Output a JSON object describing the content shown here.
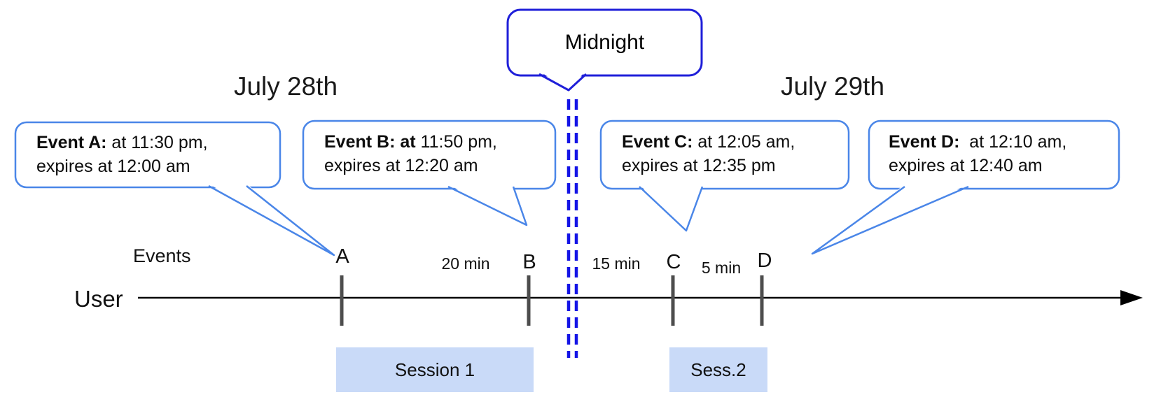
{
  "dates": {
    "left": "July 28th",
    "right": "July 29th"
  },
  "midnight": {
    "label": "Midnight"
  },
  "event_bubbles": [
    {
      "bold": "Event A:",
      "line1_rest": " at 11:30 pm,",
      "line2": "expires at 12:00 am"
    },
    {
      "bold": "Event B: at",
      "line1_rest": " 11:50 pm,",
      "line2": "expires at 12:20 am"
    },
    {
      "bold": "Event C:",
      "line1_rest": " at 12:05 am,",
      "line2": "expires at 12:35 pm"
    },
    {
      "bold": "Event D:",
      "line1_rest": "  at 12:10 am,",
      "line2": "expires at 12:40 am"
    }
  ],
  "timeline": {
    "events_axis_label": "Events",
    "user_axis_label": "User",
    "tick_labels": [
      "A",
      "B",
      "C",
      "D"
    ],
    "gap_labels": [
      "20 min",
      "15 min",
      "5 min"
    ]
  },
  "sessions": [
    {
      "label": "Session 1"
    },
    {
      "label": "Sess.2"
    }
  ],
  "colors": {
    "event_bubble_border": "#4a86e8",
    "midnight_bubble_border": "#1f1fd9",
    "midnight_divider": "#1414e6",
    "session_fill": "#c9daf8",
    "tick": "#4d4d4d",
    "axis": "#000000"
  }
}
